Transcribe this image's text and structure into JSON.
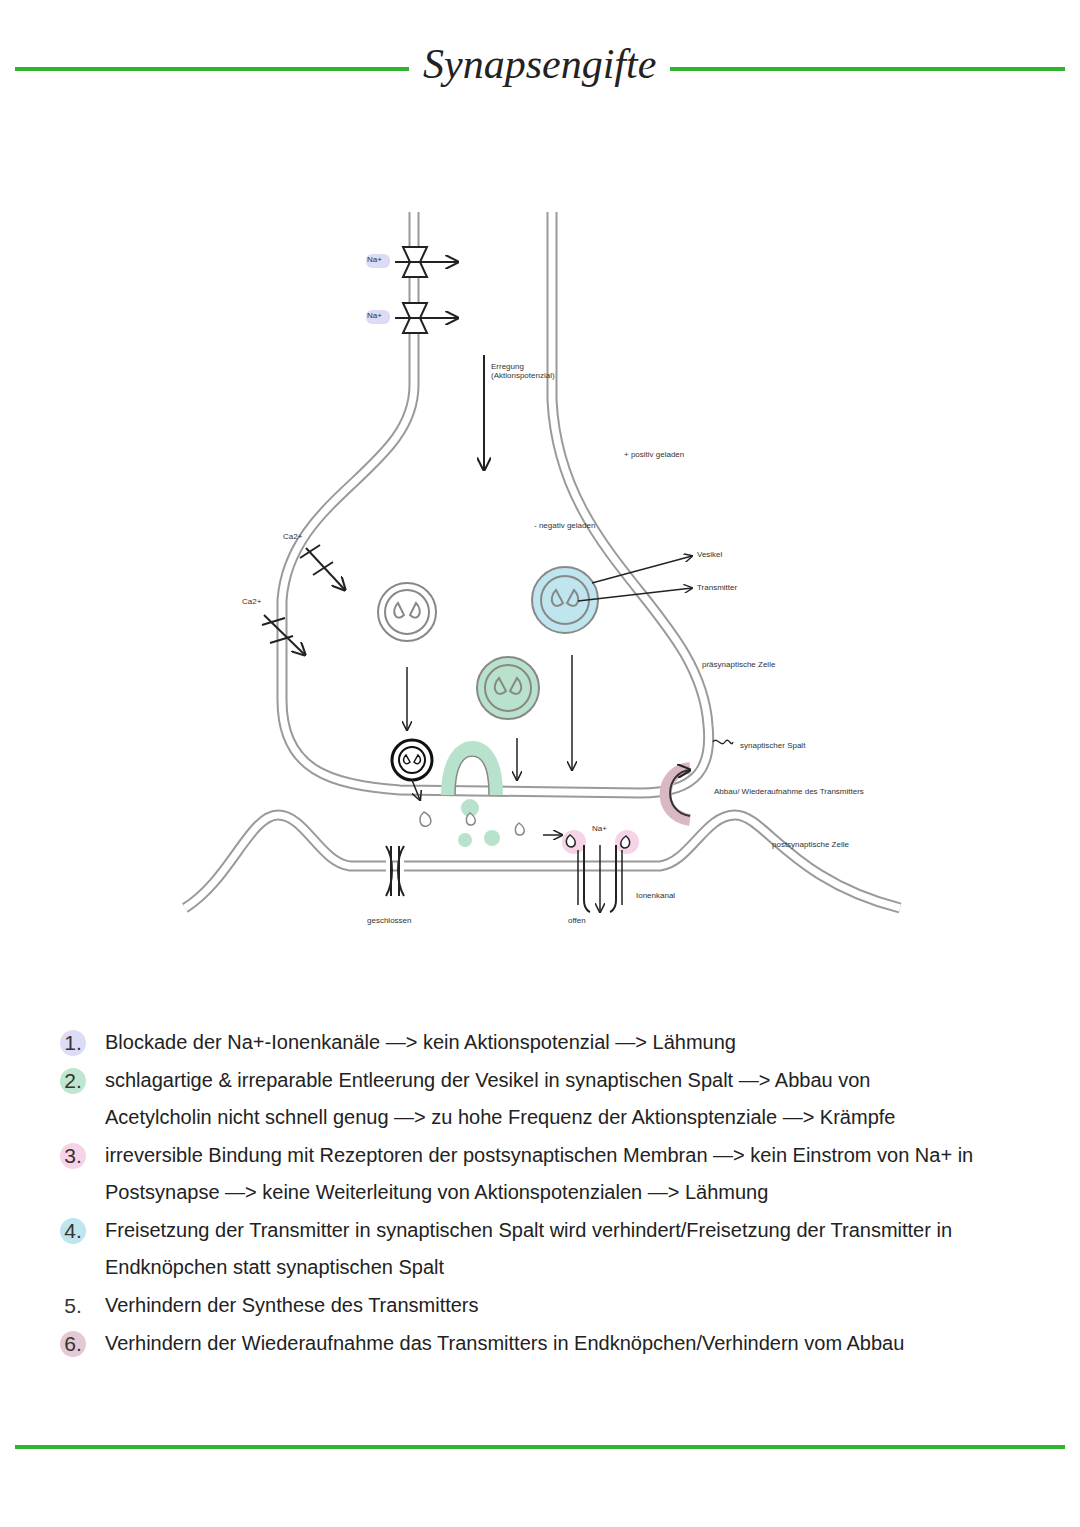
{
  "diagram": {
    "title": "Synapsengifte",
    "labels": [
      "Na+",
      "Na+",
      "Erregung (Aktionspotenzial)",
      "+ positiv geladen",
      "- negativ geladen",
      "Ca2+",
      "Ca2+",
      "Vesikel",
      "Transmitter",
      "präsynaptische Zelle",
      "synaptischer Spalt",
      "Abbau/ Wiederaufnahme des Transmitters",
      "Na+",
      "postsynaptische Zelle",
      "geschlossen",
      "offen",
      "Ionenkanal",
      "1.",
      "Blockade der Na+-Ionenkanäle —> kein Aktionspotenzial —> Lähmung",
      "2.",
      "schlagartige & irreparable Entleerung der Vesikel in synaptischen Spalt —> Abbau von Acetylcholin nicht schnell genug —> zu hohe Frequenz der Aktionsptenziale —> Krämpfe",
      "3.",
      "irreversible Bindung mit Rezeptoren der postsynaptischen Membran —> kein Einstrom von Na+ in Postsynapse —> keine Weiterleitung von Aktionspotenzialen —> Lähmung",
      "4.",
      "Freisetzung der Transmitter in synaptischen Spalt wird verhindert/Freisetzung der Transmitter in Endknöpchen statt synaptischen Spalt",
      "5.",
      "Verhindern der Synthese des Transmitters",
      "6.",
      "Verhindern der Wiederaufnahme das Transmitters in Endknöpchen/Verhindern vom Abbau"
    ]
  }
}
